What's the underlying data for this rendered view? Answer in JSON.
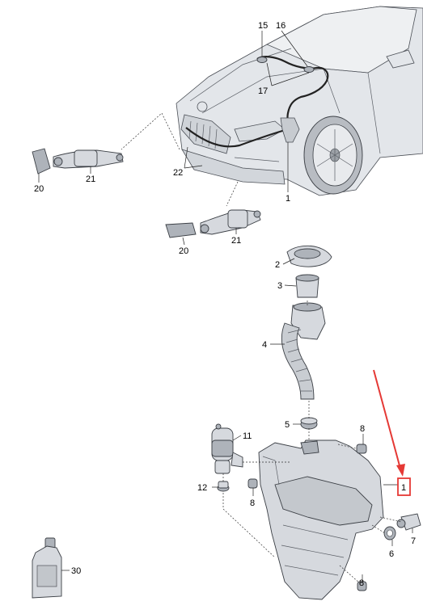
{
  "diagram": {
    "callouts": {
      "c15": "15",
      "c16": "16",
      "c17": "17",
      "c22": "22",
      "c1_top": "1",
      "c21_left": "21",
      "c20_left": "20",
      "c21_mid": "21",
      "c20_mid": "20",
      "c2": "2",
      "c3": "3",
      "c4": "4",
      "c5": "5",
      "c8_top": "8",
      "c11": "11",
      "c12": "12",
      "c8_mid": "8",
      "c1_highlight": "1",
      "c7": "7",
      "c6": "6",
      "c8_bottom": "8",
      "c30": "30"
    },
    "colors": {
      "highlight": "#e53935",
      "arrow": "#e53935",
      "line": "#222222",
      "part_fill": "#d6d9de"
    }
  }
}
